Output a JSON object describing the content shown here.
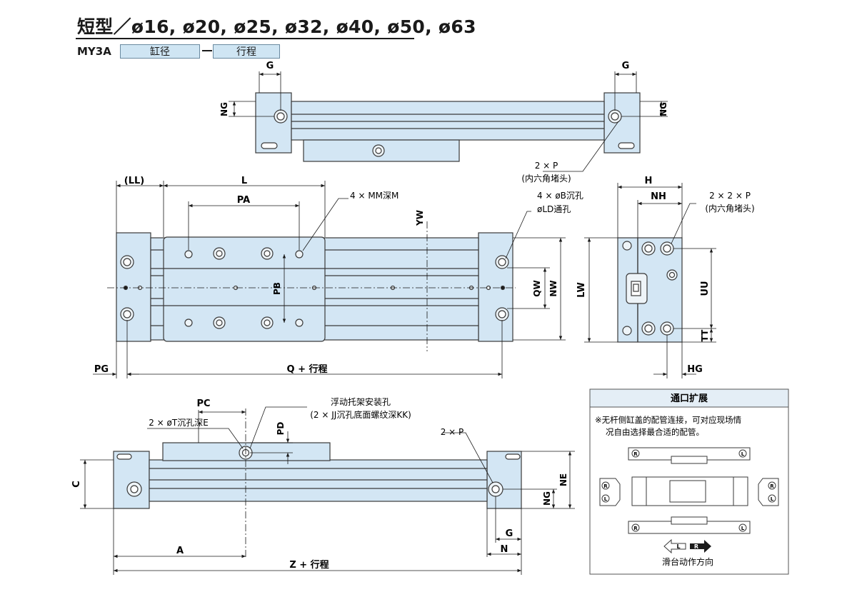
{
  "title": "短型／ø16, ø20, ø25, ø32, ø40, ø50, ø63",
  "model": {
    "code": "MY3A",
    "bore_label": "缸径",
    "stroke_label": "行程"
  },
  "top_view": {
    "g_left": "G",
    "g_right": "G",
    "ng_left": "NG",
    "ng_right": "NG",
    "plug_label": "2 × P",
    "plug_note": "(内六角堵头)"
  },
  "plan_view": {
    "ll": "(LL)",
    "l": "L",
    "pa": "PA",
    "mm": "4 × MM深M",
    "yw": "YW",
    "pb": "PB",
    "qw": "QW",
    "nw": "NW",
    "pg": "PG",
    "q": "Q + 行程",
    "hole1": "4 × øB沉孔",
    "hole2": "øLD通孔"
  },
  "end_view": {
    "h": "H",
    "nh": "NH",
    "plug_label": "2 × 2 × P",
    "plug_note": "(内六角堵头)",
    "lw": "LW",
    "uu": "UU",
    "tt": "TT",
    "hg": "HG"
  },
  "side_view": {
    "pc": "PC",
    "pd": "PD",
    "t_hole": "2 × øT沉孔深E",
    "float1": "浮动托架安装孔",
    "float2": "(2 × JJ沉孔底面螺纹深KK)",
    "p": "2 × P",
    "c": "C",
    "ne": "NE",
    "ng": "NG",
    "g": "G",
    "n": "N",
    "a": "A",
    "z": "Z + 行程"
  },
  "port_box": {
    "title": "通口扩展",
    "line1": "※无杆侧缸盖的配管连接，可对应现场情",
    "line2": "况自由选择最合适的配管。",
    "r": "R",
    "l": "L",
    "caption": "滑台动作方向"
  },
  "colors": {
    "body": "#d3e6f4",
    "outline": "#3a3a3a",
    "hole": "#eef4f8"
  }
}
